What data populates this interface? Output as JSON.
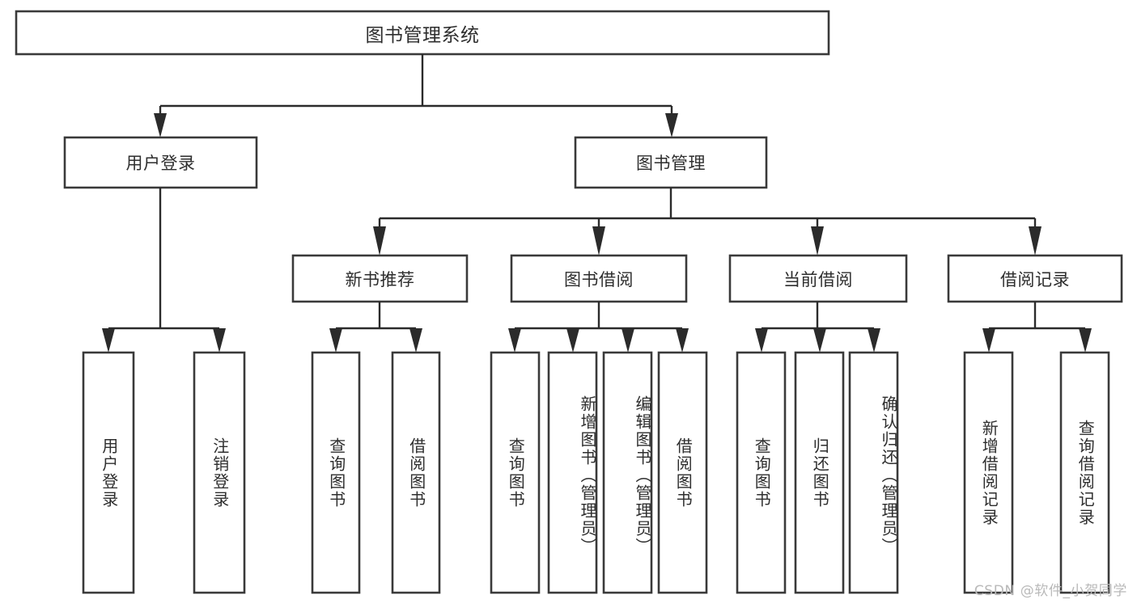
{
  "diagram": {
    "type": "tree",
    "title": "图书管理系统",
    "watermark": "CSDN @软件_小贺同学",
    "colors": {
      "box_stroke": "#3a3a3a",
      "connector": "#2b2b2b",
      "text": "#2e2e2e",
      "background": "#ffffff",
      "watermark": "#b9b9b9"
    },
    "levels": {
      "root": {
        "label": "图书管理系统"
      },
      "level2": [
        {
          "label": "用户登录"
        },
        {
          "label": "图书管理"
        }
      ],
      "level3": [
        {
          "label": "新书推荐"
        },
        {
          "label": "图书借阅"
        },
        {
          "label": "当前借阅"
        },
        {
          "label": "借阅记录"
        }
      ],
      "leaves": {
        "user_login": [
          {
            "label": "用户登录"
          },
          {
            "label": "注销登录"
          }
        ],
        "new_book_recommend": [
          {
            "label": "查询图书"
          },
          {
            "label": "借阅图书"
          }
        ],
        "book_borrow": [
          {
            "label": "查询图书"
          },
          {
            "label": "新增图书（管理员）"
          },
          {
            "label": "编辑图书（管理员）"
          },
          {
            "label": "借阅图书"
          }
        ],
        "current_borrow": [
          {
            "label": "查询图书"
          },
          {
            "label": "归还图书"
          },
          {
            "label": "确认归还（管理员）"
          }
        ],
        "borrow_record": [
          {
            "label": "新增借阅记录"
          },
          {
            "label": "查询借阅记录"
          }
        ]
      }
    }
  }
}
